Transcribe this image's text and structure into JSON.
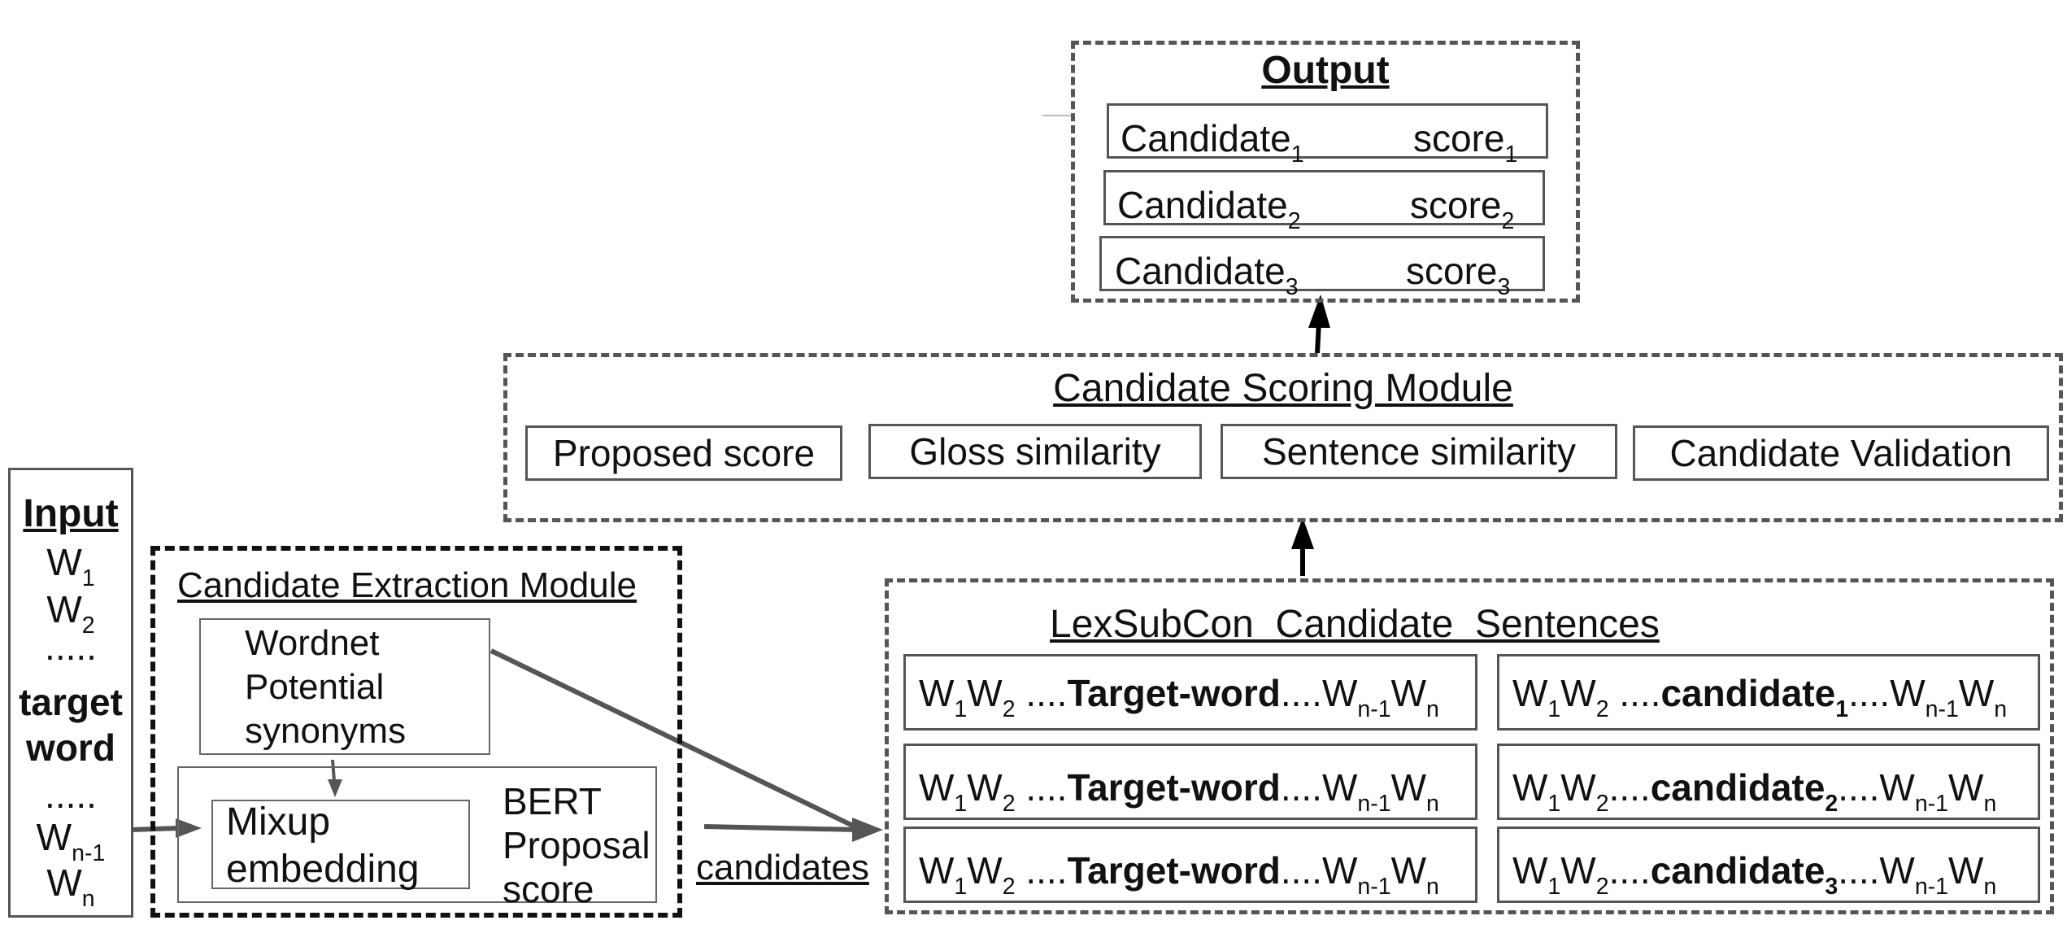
{
  "output": {
    "title": "Output",
    "rows": [
      {
        "candidate": "Candidate",
        "cand_sub": "1",
        "score": "score",
        "score_sub": "1"
      },
      {
        "candidate": "Candidate",
        "cand_sub": "2",
        "score": "score",
        "score_sub": "2"
      },
      {
        "candidate": "Candidate",
        "cand_sub": "3",
        "score": "score",
        "score_sub": "3"
      }
    ]
  },
  "scoring_module": {
    "title": "Candidate Scoring Module",
    "boxes": [
      "Proposed score",
      "Gloss similarity",
      "Sentence similarity",
      "Candidate Validation"
    ]
  },
  "input": {
    "title": "Input",
    "w": "W",
    "sub_1": "1",
    "sub_2": "2",
    "dots": ".....",
    "target_1": "target",
    "target_2": "word",
    "sub_n1": "n-1",
    "sub_n": "n"
  },
  "extraction_module": {
    "title": "Candidate Extraction Module",
    "wordnet": [
      "Wordnet",
      "Potential",
      "synonyms"
    ],
    "mixup": [
      "Mixup",
      "embedding"
    ],
    "bert": [
      "BERT",
      "Proposal",
      "score"
    ]
  },
  "candidates_label": "candidates",
  "lexsubcon": {
    "title": "LexSubCon  Candidate  Sentences",
    "w": "W",
    "sub_1": "1",
    "sub_2": "2",
    "sub_n1": "n-1",
    "sub_n": "n",
    "dots": "....",
    "target_word": "Target-word",
    "candidate_word": "candidate",
    "candidate_subs": [
      "1",
      "2",
      "3"
    ]
  },
  "colors": {
    "dashed_border": "#555555",
    "extraction_border": "#111111",
    "arrow_gray": "#555555",
    "arrow_black": "#000000"
  }
}
